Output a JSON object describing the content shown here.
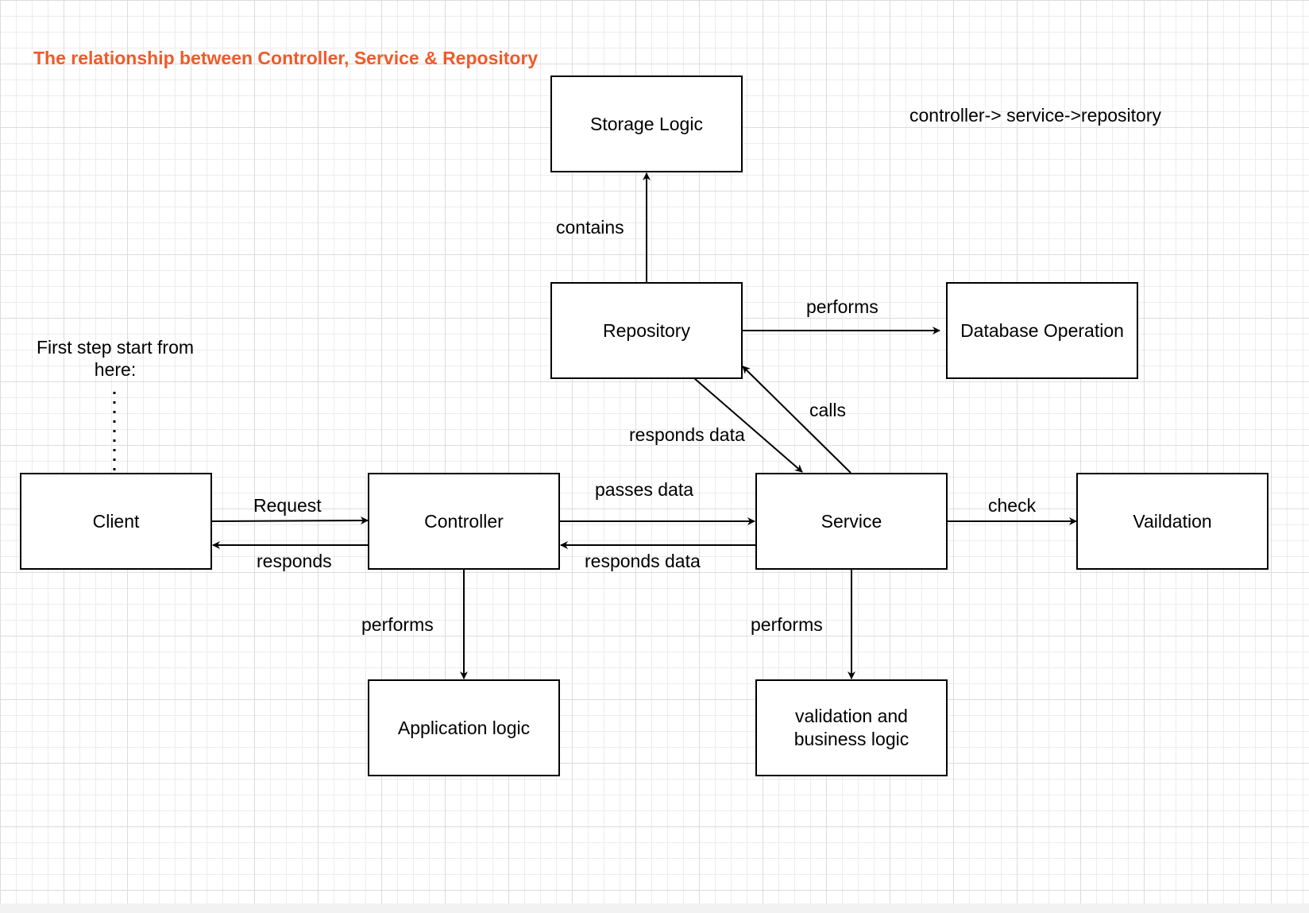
{
  "title": "The relationship between Controller, Service & Repository",
  "chain_note": "controller-> service->repository",
  "start_note": {
    "line1": "First step start from",
    "line2": "here:"
  },
  "colors": {
    "title": "#f05a28",
    "stroke": "#000000",
    "grid": "#ececec"
  },
  "nodes": {
    "storage_logic": "Storage Logic",
    "repository": "Repository",
    "database_operation": "Database Operation",
    "client": "Client",
    "controller": "Controller",
    "service": "Service",
    "validation": "Vaildation",
    "application_logic": "Application logic",
    "validation_business": {
      "line1": "validation and",
      "line2": "business logic"
    }
  },
  "edges": {
    "contains": "contains",
    "repo_performs": "performs",
    "calls": "calls",
    "repo_responds_data": "responds data",
    "request": "Request",
    "responds": "responds",
    "passes_data": "passes data",
    "service_responds_data": "responds data",
    "check": "check",
    "controller_performs": "performs",
    "service_performs": "performs"
  }
}
